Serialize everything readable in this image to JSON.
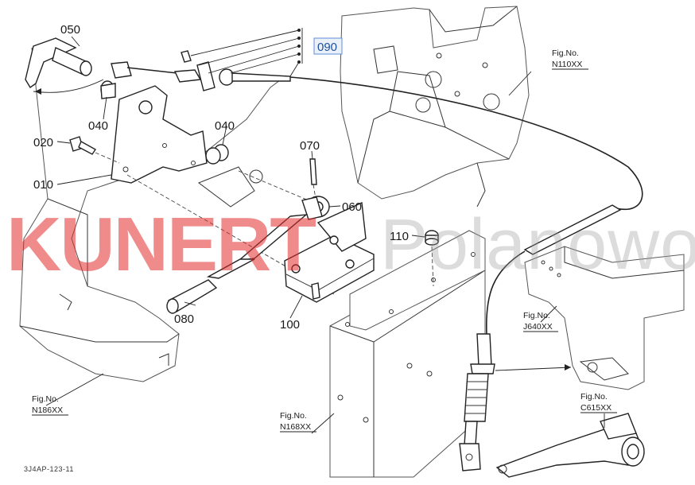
{
  "watermark": {
    "brand_bold": "KUNERT",
    "brand_thin": "Polanowo"
  },
  "parts": [
    {
      "ref": "050"
    },
    {
      "ref": "040"
    },
    {
      "ref": "040"
    },
    {
      "ref": "020"
    },
    {
      "ref": "010"
    },
    {
      "ref": "070"
    },
    {
      "ref": "060"
    },
    {
      "ref": "110"
    },
    {
      "ref": "080"
    },
    {
      "ref": "100"
    }
  ],
  "highlighted_ref": "090",
  "fig_refs": [
    {
      "title": "Fig.No.",
      "code": "N110XX"
    },
    {
      "title": "Fig.No.",
      "code": "J640XX"
    },
    {
      "title": "Fig.No.",
      "code": "C615XX"
    },
    {
      "title": "Fig.No.",
      "code": "N186XX"
    },
    {
      "title": "Fig.No.",
      "code": "N168XX"
    }
  ],
  "drawing_code": "3J4AP-123-11"
}
